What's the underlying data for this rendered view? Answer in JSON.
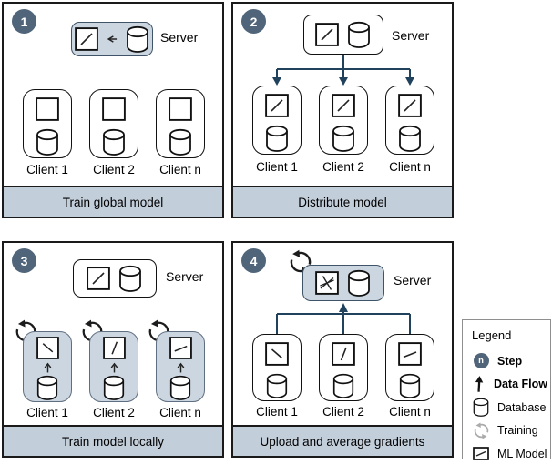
{
  "colors": {
    "step_badge": "#50657A",
    "highlight": "#CCD6E1",
    "caption_bg": "#C3CEDB",
    "flow_arrow": "#21425C",
    "panel_border": "#1A1A1A",
    "legend_border": "#8F8F8F",
    "training_gray": "#ABABAB"
  },
  "panels": [
    {
      "step": "1",
      "server_label": "Server",
      "clients": [
        "Client 1",
        "Client 2",
        "Client n"
      ],
      "caption": "Train global model"
    },
    {
      "step": "2",
      "server_label": "Server",
      "clients": [
        "Client 1",
        "Client 2",
        "Client n"
      ],
      "caption": "Distribute model"
    },
    {
      "step": "3",
      "server_label": "Server",
      "clients": [
        "Client 1",
        "Client 2",
        "Client n"
      ],
      "caption": "Train model locally"
    },
    {
      "step": "4",
      "server_label": "Server",
      "clients": [
        "Client 1",
        "Client 2",
        "Client n"
      ],
      "caption": "Upload and average gradients"
    }
  ],
  "legend": {
    "title": "Legend",
    "step_symbol": "n",
    "items": [
      "Step",
      "Data Flow",
      "Database",
      "Training",
      "ML Model"
    ]
  }
}
